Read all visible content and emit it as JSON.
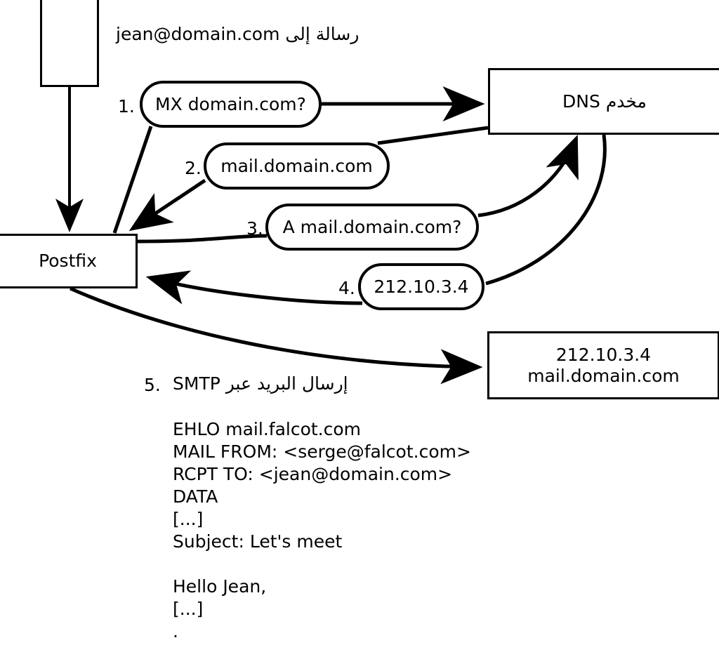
{
  "diagram": {
    "title_note": "رسالة إلى jean@domain.com",
    "nodes": {
      "client_box": {
        "label": ""
      },
      "postfix": {
        "label": "Postfix"
      },
      "dns_server": {
        "label": "مخدم DNS"
      },
      "destination": {
        "line1": "212.10.3.4",
        "line2": "mail.domain.com"
      }
    },
    "steps": [
      {
        "number": "1.",
        "label": "MX domain.com?"
      },
      {
        "number": "2.",
        "label": "mail.domain.com"
      },
      {
        "number": "3.",
        "label": "A mail.domain.com?"
      },
      {
        "number": "4.",
        "label": "212.10.3.4"
      },
      {
        "number": "5.",
        "label": "إرسال البريد عبر SMTP"
      }
    ],
    "smtp_transcript": {
      "lines": [
        "EHLO mail.falcot.com",
        "MAIL FROM: <serge@falcot.com>",
        "RCPT TO: <jean@domain.com>",
        "DATA",
        "[...]",
        "Subject: Let's meet",
        "",
        "Hello Jean,",
        "[...]",
        "."
      ]
    },
    "colors": {
      "stroke": "#000000",
      "background": "#ffffff"
    }
  }
}
